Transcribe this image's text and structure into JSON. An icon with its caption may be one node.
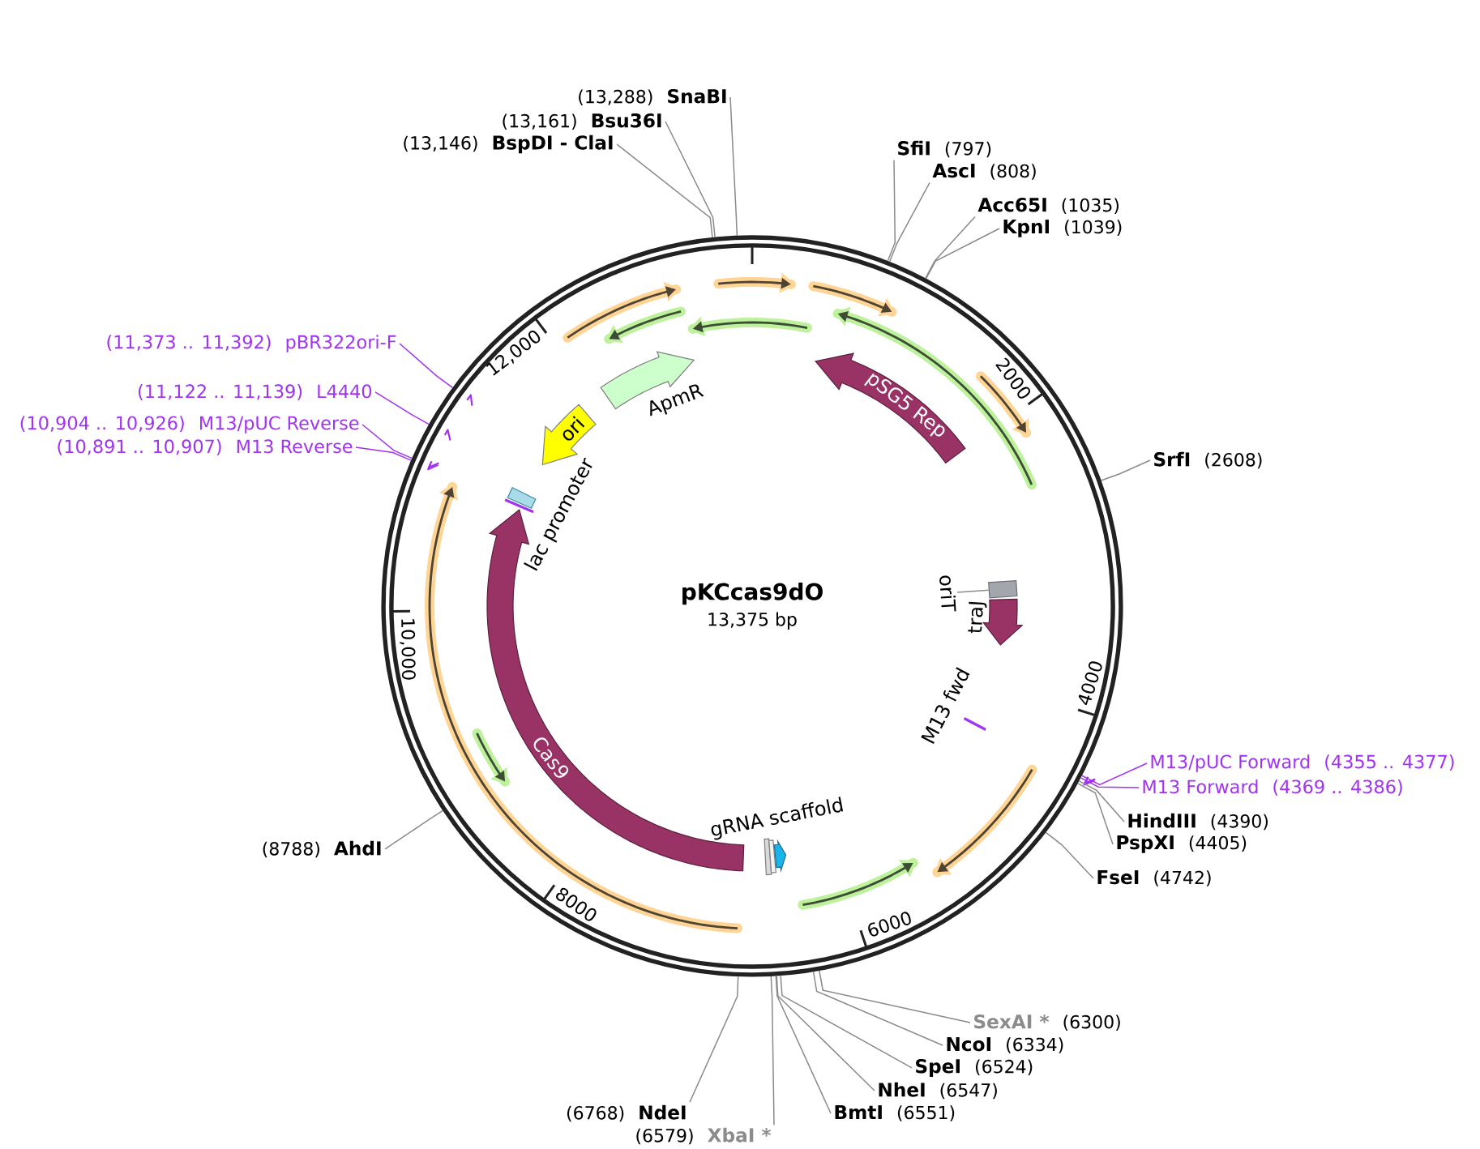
{
  "diagram": {
    "nodes": [
      {
        "text": [
          "pKCcas9dO",
          "13,375 bp"
        ]
      },
      {
        "text": [
          "pSG5 Rep"
        ],
        "in": 0
      },
      {
        "text": [
          "ApmR"
        ],
        "in": 0
      },
      {
        "text": [
          "ori"
        ],
        "in": 0
      },
      {
        "text": [
          "lac promoter"
        ],
        "in": 0
      },
      {
        "text": [
          "oriT"
        ],
        "in": 0
      },
      {
        "text": [],
        "shape": "box",
        "in": 0
      },
      {
        "text": [
          "traJ"
        ],
        "in": 0
      },
      {
        "text": [
          "Cas9"
        ],
        "in": 0
      },
      {
        "text": [
          "M13 fwd"
        ],
        "in": 0
      },
      {
        "text": [
          "gRNA scaffold"
        ],
        "in": 0
      },
      {
        "text": [
          "(13,288)",
          "SnaBI"
        ]
      },
      {
        "text": [
          "(13,161)",
          "Bsu36I"
        ]
      },
      {
        "text": [
          "(13,146)",
          "BspDI - ClaI"
        ]
      },
      {
        "text": [
          "SfiI",
          "(797)"
        ]
      },
      {
        "text": [
          "AscI",
          "(808)"
        ]
      },
      {
        "text": [
          "Acc65I",
          "(1035)"
        ]
      },
      {
        "text": [
          "KpnI",
          "(1039)"
        ]
      },
      {
        "text": [
          "(11,373 .. 11,392)",
          "pBR322ori-F"
        ]
      },
      {
        "text": [
          "(11,122 .. 11,139)",
          "L4440"
        ]
      },
      {
        "text": [
          "(10,904 .. 10,926)",
          "M13/pUC Reverse"
        ]
      },
      {
        "text": [
          "(10,891 .. 10,907)",
          "M13 Reverse"
        ]
      },
      {
        "text": [
          "SrfI",
          "(2608)"
        ]
      },
      {
        "text": [
          "M13/pUC Forward",
          "(4355 .. 4377)"
        ]
      },
      {
        "text": [
          "M13 Forward",
          "(4369 .. 4386)"
        ]
      },
      {
        "text": [
          "HindIII",
          "(4390)"
        ]
      },
      {
        "text": [
          "PspXI",
          "(4405)"
        ]
      },
      {
        "text": [
          "(8788)",
          "AhdI"
        ]
      },
      {
        "text": [
          "FseI",
          "(4742)"
        ]
      },
      {
        "text": [
          "SexAI *",
          "(6300)"
        ]
      },
      {
        "text": [
          "NcoI",
          "(6334)"
        ]
      },
      {
        "text": [
          "SpeI",
          "(6524)"
        ]
      },
      {
        "text": [
          "NheI",
          "(6547)"
        ]
      },
      {
        "text": [
          "(6768)",
          "NdeI"
        ]
      },
      {
        "text": [
          "BmtI",
          "(6551)"
        ]
      },
      {
        "text": [
          "(6579)",
          "XbaI *"
        ]
      }
    ],
    "edges": [
      {
        "from": 11,
        "to": 0,
        "arrow": "none"
      },
      {
        "from": 12,
        "to": 0,
        "arrow": "none"
      },
      {
        "from": 13,
        "to": 0,
        "arrow": "none"
      },
      {
        "from": 14,
        "to": 0,
        "arrow": "none"
      },
      {
        "from": 15,
        "to": 0,
        "arrow": "none"
      },
      {
        "from": 16,
        "to": 0,
        "arrow": "none"
      },
      {
        "from": 17,
        "to": 0,
        "arrow": "none"
      },
      {
        "from": 18,
        "to": 0,
        "arrow": "none",
        "color": "#a034f0"
      },
      {
        "from": 19,
        "to": 0,
        "arrow": "none",
        "color": "#a034f0"
      },
      {
        "from": 20,
        "to": 0,
        "arrow": "none",
        "color": "#a034f0"
      },
      {
        "from": 21,
        "to": 0,
        "arrow": "none",
        "color": "#a034f0"
      },
      {
        "from": 22,
        "to": 0,
        "arrow": "none"
      },
      {
        "from": 23,
        "to": 0,
        "arrow": "none",
        "color": "#a034f0"
      },
      {
        "from": 24,
        "to": 0,
        "arrow": "none",
        "color": "#a034f0"
      },
      {
        "from": 25,
        "to": 0,
        "arrow": "none"
      },
      {
        "from": 26,
        "to": 0,
        "arrow": "none"
      },
      {
        "from": 27,
        "to": 0,
        "arrow": "none"
      },
      {
        "from": 28,
        "to": 0,
        "arrow": "none"
      },
      {
        "from": 29,
        "to": 0,
        "arrow": "none"
      },
      {
        "from": 30,
        "to": 0,
        "arrow": "none"
      },
      {
        "from": 31,
        "to": 0,
        "arrow": "none"
      },
      {
        "from": 32,
        "to": 0,
        "arrow": "none"
      },
      {
        "from": 33,
        "to": 0,
        "arrow": "none"
      },
      {
        "from": 34,
        "to": 0,
        "arrow": "none"
      },
      {
        "from": 35,
        "to": 0,
        "arrow": "none"
      },
      {
        "from": 5,
        "to": 6,
        "arrow": "none"
      }
    ],
    "labels": [
      "12,000",
      "2000",
      "10,000",
      "4000",
      "8000",
      "6000"
    ]
  }
}
